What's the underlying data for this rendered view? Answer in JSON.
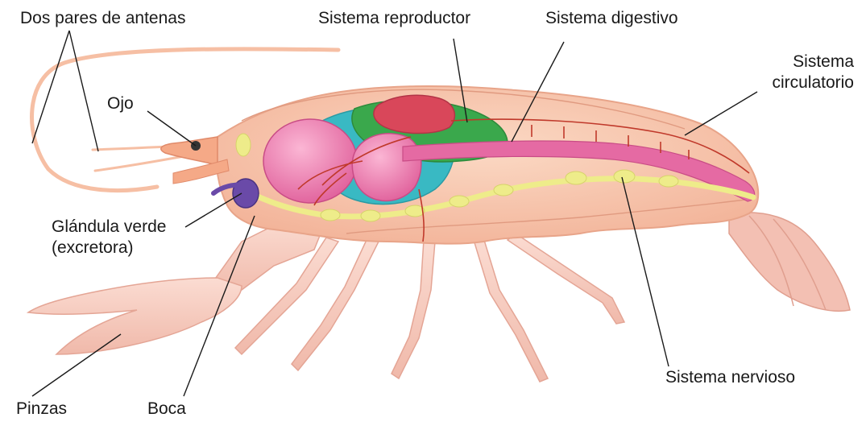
{
  "labels": {
    "antenas": "Dos pares de antenas",
    "ojo": "Ojo",
    "glandula_line1": "Glándula verde",
    "glandula_line2": "(excretora)",
    "pinzas": "Pinzas",
    "boca": "Boca",
    "reproductor": "Sistema reproductor",
    "digestivo": "Sistema digestivo",
    "circulatorio_line1": "Sistema",
    "circulatorio_line2": "circulatorio",
    "nervioso": "Sistema nervioso"
  },
  "colors": {
    "body": "#f6c3a6",
    "body_edge": "#e8a489",
    "reproductive": "#d9475a",
    "reproductive_green": "#3aa84c",
    "digestive_pink": "#e56aa3",
    "digestive_teal": "#39b9c3",
    "nerve": "#eeec8a",
    "artery": "#c0392b",
    "gland": "#6a4aa8",
    "leader": "#1a1a1a"
  }
}
